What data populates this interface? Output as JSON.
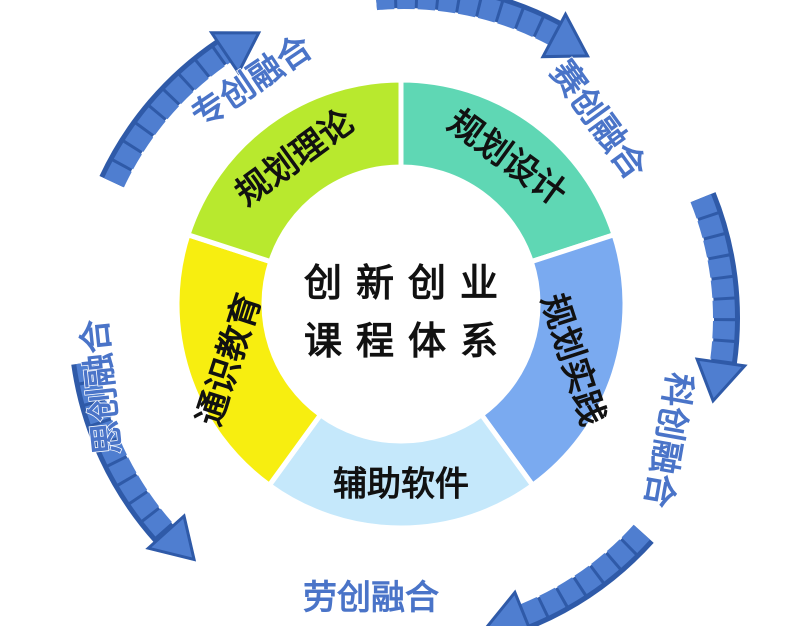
{
  "center": {
    "line1": "创新创业",
    "line2": "课程体系"
  },
  "segments": [
    {
      "id": "plan-design",
      "label": "规划设计",
      "color": "#5fd7b4"
    },
    {
      "id": "plan-practice",
      "label": "规划实践",
      "color": "#7aaaf0"
    },
    {
      "id": "support-software",
      "label": "辅助软件",
      "color": "#c5e8fb"
    },
    {
      "id": "general-education",
      "label": "通识教育",
      "color": "#f7ee10"
    },
    {
      "id": "plan-theory",
      "label": "规划理论",
      "color": "#b8e92e"
    }
  ],
  "outer_ring": [
    {
      "id": "top-left",
      "label": "专创融合"
    },
    {
      "id": "top-right",
      "label": "赛创融合"
    },
    {
      "id": "right",
      "label": "科创融合"
    },
    {
      "id": "bottom",
      "label": "劳创融合"
    },
    {
      "id": "left",
      "label": "思创融合"
    }
  ],
  "colors": {
    "arrow_fill": "#4f7ed0",
    "arrow_shade": "#2f5aa8",
    "ring_text": "#4a74c8",
    "divider": "#ffffff"
  }
}
